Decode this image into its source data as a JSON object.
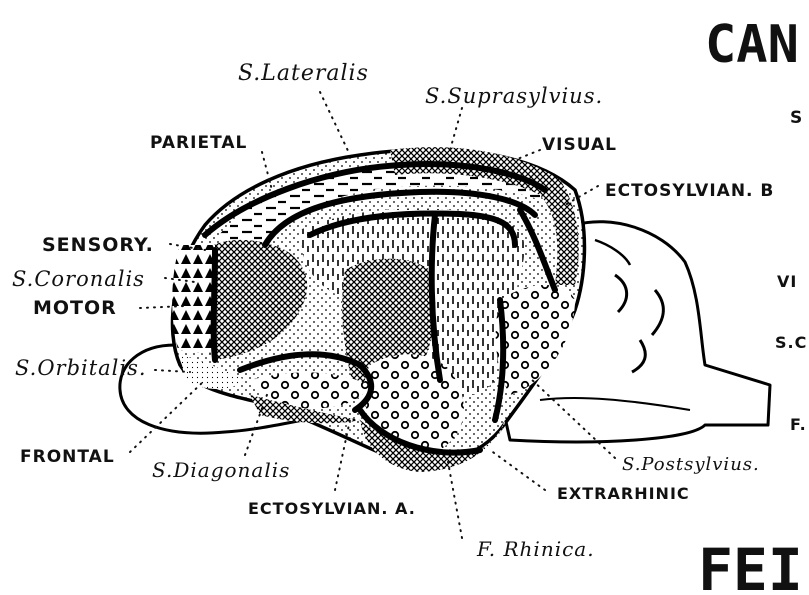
{
  "labels": {
    "s_lateralis": "S.Lateralis",
    "s_suprasylvius": "S.Suprasylvius.",
    "parietal": "PARIETAL",
    "visual": "VISUAL",
    "ectosylvian_b": "ECTOSYLVIAN. B",
    "sensory": "SENSORY.",
    "s_coronalis": "S.Coronalis",
    "motor": "MOTOR",
    "s_orbitalis": "S.Orbitalis.",
    "frontal": "FRONTAL",
    "s_diagonalis": "S.Diagonalis",
    "ectosylvian_a": "ECTOSYLVIAN. A.",
    "f_rhinica": "F. Rhinica.",
    "s_postsylvius": "S.Postsylvius.",
    "extrarhinic": "EXTRARHINIC"
  },
  "heading_top": "CAN",
  "heading_bottom": "FEI",
  "right_edge": {
    "s": "S",
    "vi": "VI",
    "sc": "S.C",
    "f": "F."
  },
  "colors": {
    "ink": "#000000",
    "paper": "#ffffff"
  }
}
